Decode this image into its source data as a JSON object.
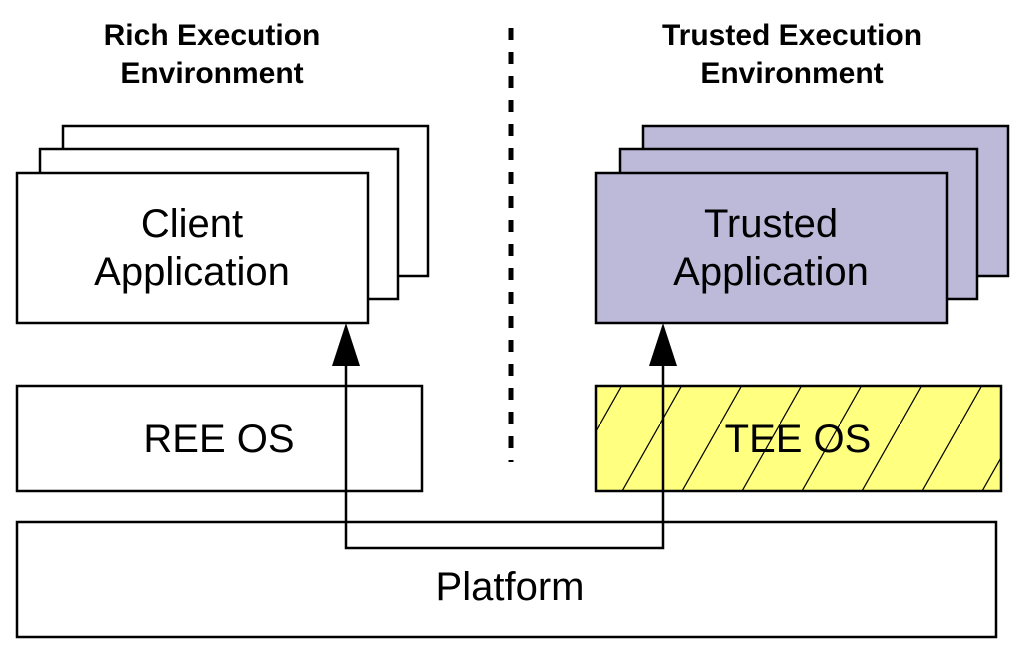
{
  "ree": {
    "heading_line1": "Rich Execution",
    "heading_line2": "Environment",
    "app_line1": "Client",
    "app_line2": "Application",
    "os_label": "REE OS"
  },
  "tee": {
    "heading_line1": "Trusted Execution",
    "heading_line2": "Environment",
    "app_line1": "Trusted",
    "app_line2": "Application",
    "os_label": "TEE OS"
  },
  "platform": {
    "label": "Platform"
  },
  "colors": {
    "stroke": "#000000",
    "trusted_app_fill": "#bdbad9",
    "tee_os_fill": "#ffff80",
    "default_fill": "#ffffff"
  }
}
